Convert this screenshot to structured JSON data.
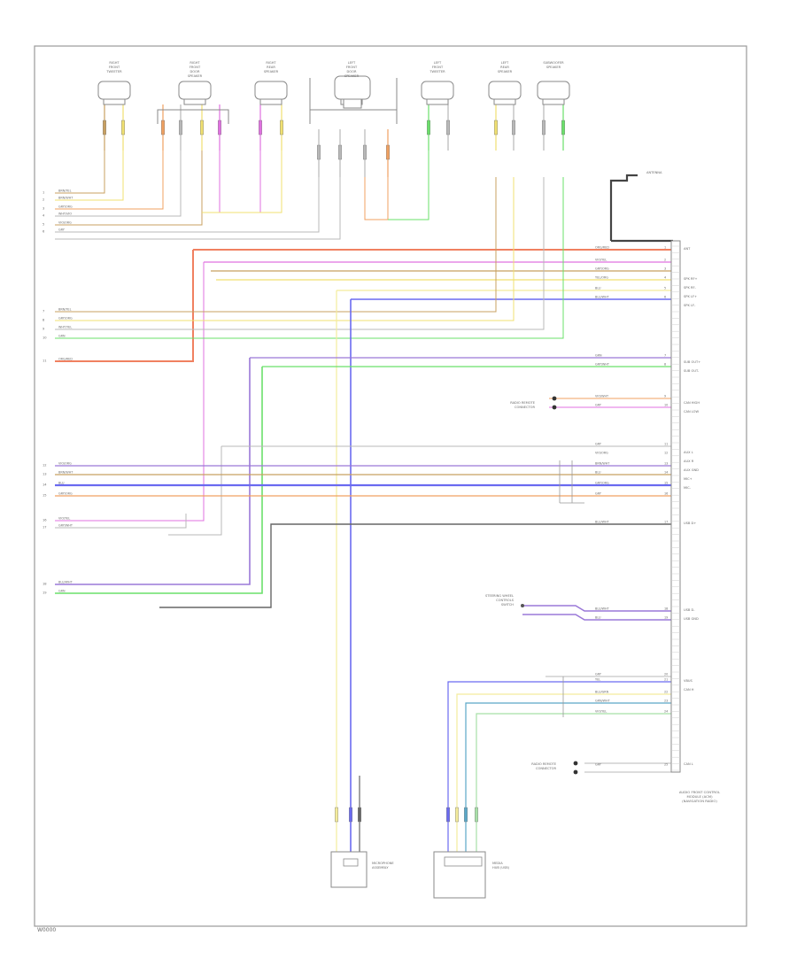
{
  "diagram": {
    "footer_code": "W0000",
    "module": {
      "lines": [
        "AUDIO FRONT CONTROL",
        "MODULE (ACM)",
        "(NAVIGATION RADIO)"
      ]
    },
    "antenna_label": "ANTENNA",
    "speakers": [
      {
        "id": "rf-door-tweeter",
        "lines": [
          "RIGHT",
          "FRONT",
          "TWEETER"
        ]
      },
      {
        "id": "rf-door-speaker",
        "lines": [
          "RIGHT",
          "FRONT",
          "DOOR",
          "SPEAKER"
        ]
      },
      {
        "id": "rr-door-speaker",
        "lines": [
          "RIGHT",
          "REAR",
          "SPEAKER"
        ]
      },
      {
        "id": "lf-door-speaker",
        "lines": [
          "LEFT",
          "FRONT",
          "DOOR",
          "SPEAKER"
        ]
      },
      {
        "id": "lf-tweeter",
        "lines": [
          "LEFT",
          "FRONT",
          "TWEETER"
        ]
      },
      {
        "id": "lr-speaker",
        "lines": [
          "LEFT",
          "REAR",
          "SPEAKER"
        ]
      },
      {
        "id": "subwoofer",
        "lines": [
          "SUBWOOFER",
          "SPEAKER"
        ]
      }
    ],
    "left_wires": [
      {
        "num": "1",
        "label": "BRN/YEL"
      },
      {
        "num": "2",
        "label": "BRN/WHT"
      },
      {
        "num": "3",
        "label": "GRY/ORG"
      },
      {
        "num": "4",
        "label": "WHT/VIO"
      },
      {
        "num": "5",
        "label": "VIO/ORG"
      },
      {
        "num": "6",
        "label": "GRY"
      },
      {
        "num": "7",
        "label": "BRN/YEL"
      },
      {
        "num": "8",
        "label": "GRY/ORG"
      },
      {
        "num": "9",
        "label": "WHT/YEL"
      },
      {
        "num": "10",
        "label": "GRN"
      },
      {
        "num": "11",
        "label": "ORG/RED"
      },
      {
        "num": "12",
        "label": "VIO/ORG"
      },
      {
        "num": "13",
        "label": "BRN/WHT"
      },
      {
        "num": "14",
        "label": "BLU"
      },
      {
        "num": "15",
        "label": "GRY/ORG"
      },
      {
        "num": "16",
        "label": "VIO/YEL"
      },
      {
        "num": "17",
        "label": "GRY/WHT"
      },
      {
        "num": "18",
        "label": "BLU/WHT"
      },
      {
        "num": "19",
        "label": "GRN"
      }
    ],
    "right_wires": [
      {
        "label": "ORG/RED",
        "pin": "1"
      },
      {
        "label": "VIO/YEL",
        "pin": "2"
      },
      {
        "label": "GRY/ORG",
        "pin": "3"
      },
      {
        "label": "YEL/ORG",
        "pin": "4"
      },
      {
        "label": "BLU",
        "pin": "5"
      },
      {
        "label": "BLU/WHT",
        "pin": "6"
      },
      {
        "label": "GRN",
        "pin": "7"
      },
      {
        "label": "GRY/WHT",
        "pin": "8"
      },
      {
        "label": "VIO/WHT",
        "pin": "9"
      },
      {
        "label": "GRY",
        "pin": "10"
      },
      {
        "label": "GRY",
        "pin": "11"
      },
      {
        "label": "VIO/ORG",
        "pin": "12"
      },
      {
        "label": "BRN/WHT",
        "pin": "13"
      },
      {
        "label": "BLU",
        "pin": "14"
      },
      {
        "label": "GRY/ORG",
        "pin": "15"
      },
      {
        "label": "GRY",
        "pin": "16"
      },
      {
        "label": "BLU/WHT",
        "pin": "17"
      },
      {
        "label": "BLU/WHT",
        "pin": "18"
      },
      {
        "label": "BLU",
        "pin": "19"
      },
      {
        "label": "GRY",
        "pin": "20"
      },
      {
        "label": "YEL",
        "pin": "21"
      },
      {
        "label": "BLU/GRN",
        "pin": "22"
      },
      {
        "label": "GRN/WHT",
        "pin": "23"
      },
      {
        "label": "VIO/YEL",
        "pin": "24"
      },
      {
        "label": "GRY",
        "pin": "25"
      }
    ],
    "module_pins": [
      "ANT",
      "SPK RF+",
      "SPK RF-",
      "SPK LF+",
      "SPK LF-",
      "SUB OUT+",
      "SUB OUT-",
      "CAN HIGH",
      "CAN LOW",
      "AUX L",
      "AUX R",
      "AUX GND",
      "MIC+",
      "MIC-",
      "USB D+",
      "USB D-",
      "USB GND",
      "VBUS",
      "CAN H",
      "CAN L"
    ],
    "notes": [
      {
        "id": "ref-a",
        "lines": [
          "RADIO REMOTE",
          "CONNECTOR"
        ]
      },
      {
        "id": "ref-b",
        "lines": [
          "STEERING WHEEL",
          "CONTROLS",
          "SWITCH"
        ]
      },
      {
        "id": "ref-c",
        "lines": [
          "RADIO REMOTE",
          "CONNECTOR"
        ]
      }
    ],
    "bottom_components": [
      {
        "id": "microphone",
        "lines": [
          "MICROPHONE",
          "ASSEMBLY"
        ]
      },
      {
        "id": "media-hub",
        "lines": [
          "MEDIA",
          "HUB (USB)"
        ]
      }
    ],
    "colors": {
      "orange": "#f0a060",
      "red_orange": "#f08060",
      "magenta": "#e070e0",
      "yellow": "#f0e070",
      "light_yellow": "#f4ec9c",
      "blue": "#6a6af0",
      "green": "#6ae06a",
      "gray": "#b8b8b8",
      "dark_gray": "#666666",
      "brown": "#c8a060",
      "violet": "#9a78d8",
      "teal": "#5aa8c8",
      "light_green": "#a8e0a8"
    }
  }
}
